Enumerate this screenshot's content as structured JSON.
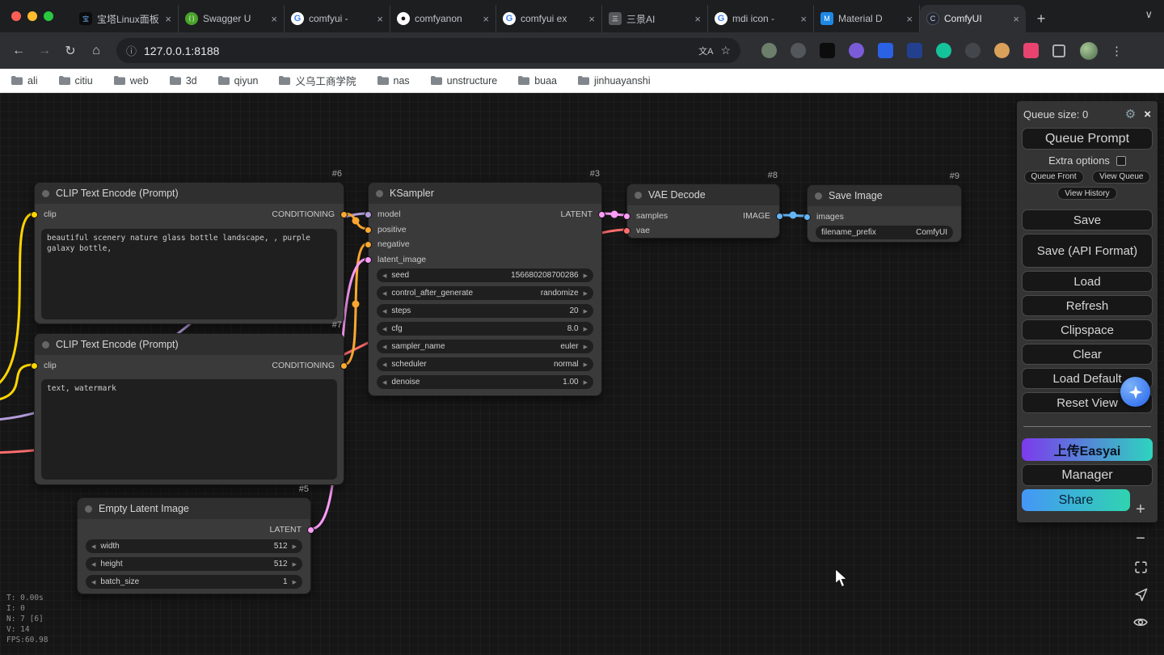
{
  "browser": {
    "window_controls": {
      "close": "#ff5f57",
      "minimize": "#febc2e",
      "zoom": "#28c840"
    },
    "tabs": [
      {
        "title": "宝塔Linux面板",
        "favicon": "baota-icon"
      },
      {
        "title": "Swagger U",
        "favicon": "swagger-icon"
      },
      {
        "title": "comfyui -",
        "favicon": "google-icon"
      },
      {
        "title": "comfyanon",
        "favicon": "github-icon"
      },
      {
        "title": "comfyui ex",
        "favicon": "google-icon"
      },
      {
        "title": "三景AI",
        "favicon": "sanjing-icon"
      },
      {
        "title": "mdi icon -",
        "favicon": "google-icon"
      },
      {
        "title": "Material D",
        "favicon": "material-icon"
      },
      {
        "title": "ComfyUI",
        "favicon": "comfyui-icon",
        "active": true
      }
    ],
    "address_bar": {
      "url": "127.0.0.1:8188"
    },
    "bookmarks": [
      "ali",
      "citiu",
      "web",
      "3d",
      "qiyun",
      "义乌工商学院",
      "nas",
      "unstructure",
      "buaa",
      "jinhuayanshi"
    ],
    "extensions": [
      {
        "name": "extension-1",
        "color": "#6b7f6b"
      },
      {
        "name": "extension-2",
        "color": "#53575b"
      },
      {
        "name": "extension-3",
        "color": "#0c0c0c"
      },
      {
        "name": "extension-4",
        "color": "#7a5cd9"
      },
      {
        "name": "extension-5",
        "color": "#2b62e3"
      },
      {
        "name": "extension-6",
        "color": "#23408f"
      },
      {
        "name": "extension-7",
        "color": "#15c39a"
      },
      {
        "name": "extension-8",
        "color": "#43474c"
      },
      {
        "name": "extension-9",
        "color": "#d9a15a"
      },
      {
        "name": "extension-10",
        "color": "#e8446f"
      }
    ]
  },
  "canvas": {
    "nodes": {
      "clip1": {
        "badge": "#6",
        "title": "CLIP Text Encode (Prompt)",
        "inputs": [
          "clip"
        ],
        "outputs": [
          "CONDITIONING"
        ],
        "text": "beautiful scenery nature glass bottle landscape, , purple galaxy bottle,"
      },
      "clip2": {
        "badge": "#7",
        "title": "CLIP Text Encode (Prompt)",
        "inputs": [
          "clip"
        ],
        "outputs": [
          "CONDITIONING"
        ],
        "text": "text, watermark"
      },
      "ksampler": {
        "badge": "#3",
        "title": "KSampler",
        "inputs": [
          "model",
          "positive",
          "negative",
          "latent_image"
        ],
        "outputs": [
          "LATENT"
        ],
        "widgets": [
          {
            "label": "seed",
            "value": "156680208700286"
          },
          {
            "label": "control_after_generate",
            "value": "randomize"
          },
          {
            "label": "steps",
            "value": "20"
          },
          {
            "label": "cfg",
            "value": "8.0"
          },
          {
            "label": "sampler_name",
            "value": "euler"
          },
          {
            "label": "scheduler",
            "value": "normal"
          },
          {
            "label": "denoise",
            "value": "1.00"
          }
        ]
      },
      "vae_decode": {
        "badge": "#8",
        "title": "VAE Decode",
        "inputs": [
          "samples",
          "vae"
        ],
        "outputs": [
          "IMAGE"
        ]
      },
      "save_image": {
        "badge": "#9",
        "title": "Save Image",
        "inputs": [
          "images"
        ],
        "widgets": [
          {
            "label": "filename_prefix",
            "value": "ComfyUI"
          }
        ]
      },
      "empty_latent": {
        "badge": "#5",
        "title": "Empty Latent Image",
        "outputs": [
          "LATENT"
        ],
        "widgets": [
          {
            "label": "width",
            "value": "512"
          },
          {
            "label": "height",
            "value": "512"
          },
          {
            "label": "batch_size",
            "value": "1"
          }
        ]
      }
    },
    "stats": {
      "t": "T: 0.00s",
      "i": "I: 0",
      "n": "N: 7 [6]",
      "v": "V: 14",
      "fps": "FPS:60.98"
    },
    "port_colors": {
      "model": "#B39DDB",
      "clip": "#FFD500",
      "conditioning": "#FFA931",
      "latent": "#FF9CF9",
      "image": "#64B5F6",
      "vae": "#FF6E6E"
    }
  },
  "sidebar": {
    "queue_size_label": "Queue size: 0",
    "buttons": {
      "queue_prompt": "Queue Prompt",
      "extra_options": "Extra options",
      "queue_front": "Queue Front",
      "view_queue": "View Queue",
      "view_history": "View History",
      "save": "Save",
      "save_api": "Save (API Format)",
      "load": "Load",
      "refresh": "Refresh",
      "clipspace": "Clipspace",
      "clear": "Clear",
      "load_default": "Load Default",
      "reset_view": "Reset View",
      "upload_easyai": "上传Easyai",
      "manager": "Manager",
      "share": "Share"
    },
    "gradients": {
      "easyai": [
        "#7c3aed",
        "#2dd4bf"
      ],
      "share": [
        "#4596f7",
        "#2fd4b0"
      ]
    },
    "assistant_bubble_color": "#2563eb"
  }
}
